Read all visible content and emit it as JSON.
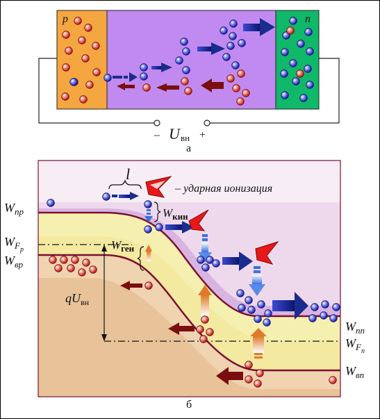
{
  "panel_a": {
    "p_label": "p",
    "n_label": "n",
    "minus": "–",
    "plus": "+",
    "u_label": "U",
    "u_sub": "вн",
    "caption": "а"
  },
  "panel_b": {
    "l_label": "l",
    "impact_text": "– ударная ионизация",
    "w_kin": "W",
    "w_kin_sub": "кин",
    "w_gen": "W",
    "w_gen_sub": "ген",
    "qu": "qU",
    "qu_sub": "вн",
    "w_cp": "W",
    "w_cp_sub": "пр",
    "w_fp": "W",
    "w_fp_sub": "F",
    "w_fp_subsub": "p",
    "w_vp": "W",
    "w_vp_sub": "вр",
    "w_cn": "W",
    "w_cn_sub": "пn",
    "w_fn": "W",
    "w_fn_sub": "F",
    "w_fn_subsub": "n",
    "w_vn": "W",
    "w_vn_sub": "вn",
    "caption": "б"
  },
  "colors": {
    "p_region": "#f4a640",
    "i_region": "#c08af0",
    "n_region": "#10b86a",
    "electron": "#3a3ae0",
    "hole": "#e23a3a",
    "arrow_blue": "#1a2c8c",
    "arrow_red": "#7a0f0f"
  }
}
